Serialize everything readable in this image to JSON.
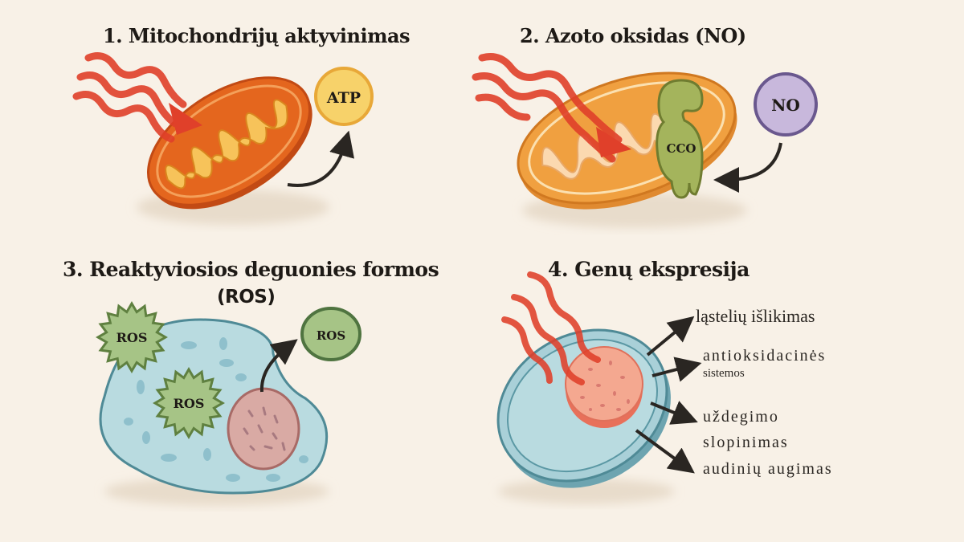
{
  "panels": [
    {
      "title": "1. Mitochondrijų aktyvinimas",
      "output_label": "ATP"
    },
    {
      "title": "2. Azoto oksidas (NO)",
      "enzyme_label": "CCO",
      "molecule_label": "NO"
    },
    {
      "title": "3. Reaktyviosios deguonies formos",
      "title_line2": "(ROS)",
      "ros_labels": [
        "ROS",
        "ROS",
        "ROS"
      ]
    },
    {
      "title": "4. Genų ekspresija",
      "outcomes": [
        "ląstelių išlikimas",
        "antioksidacinės",
        "sistemos",
        "uždegimo",
        "slopinimas",
        "audinių augimas"
      ]
    }
  ],
  "colors": {
    "background": "#f8f1e7",
    "light_ray": "#e0402a",
    "mitochondria_outer": "#e0641e",
    "mitochondria_inner": "#f7c760",
    "atp": "#f7d26a",
    "no": "#c8b8dc",
    "cco": "#a0b45a",
    "ros": "#a6c486",
    "cell": "#b9dbe0",
    "nucleus": "#d9a8a0"
  }
}
